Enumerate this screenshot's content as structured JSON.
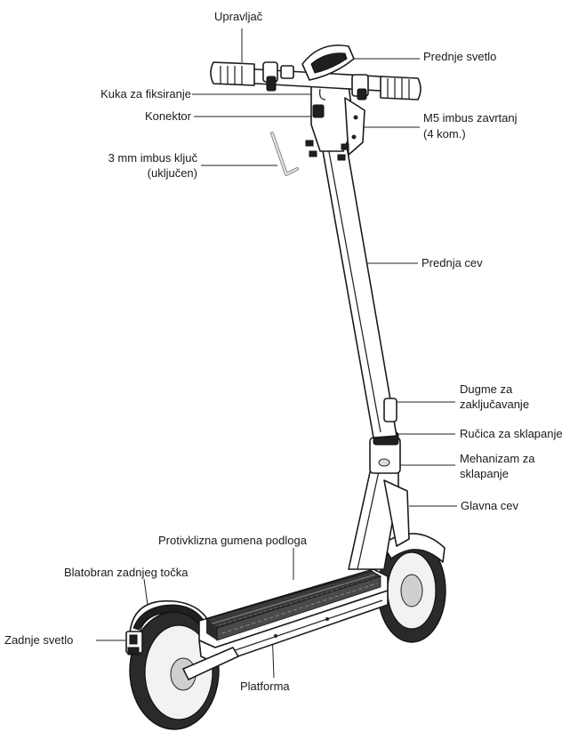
{
  "labels": {
    "handlebar": "Upravljač",
    "front_light": "Prednje svetlo",
    "fixing_hook": "Kuka za fiksiranje",
    "connector": "Konektor",
    "m5_screw_line1": "M5 imbus zavrtanj",
    "m5_screw_line2": "(4 kom.)",
    "hex_key_line1": "3 mm imbus ključ",
    "hex_key_line2": "(uključen)",
    "front_tube": "Prednja cev",
    "lock_button_line1": "Dugme za",
    "lock_button_line2": "zaključavanje",
    "folding_lever": "Ručica za sklapanje",
    "folding_mech_line1": "Mehanizam za",
    "folding_mech_line2": "sklapanje",
    "main_tube": "Glavna cev",
    "anti_slip_mat": "Protivklizna gumena podloga",
    "rear_fender": "Blatobran zadnjeg točka",
    "rear_light": "Zadnje svetlo",
    "platform": "Platforma"
  }
}
